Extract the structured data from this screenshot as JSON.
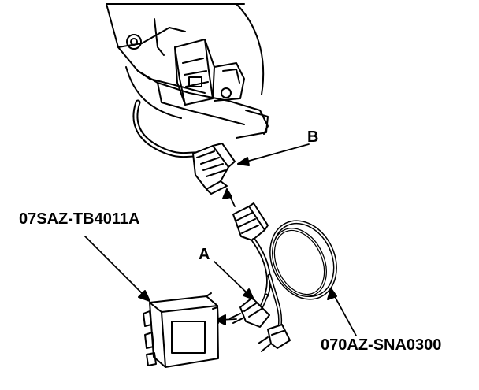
{
  "labels": {
    "b": "B",
    "a": "A",
    "tester_part": "07SAZ-TB4011A",
    "harness_part": "070AZ-SNA0300"
  }
}
